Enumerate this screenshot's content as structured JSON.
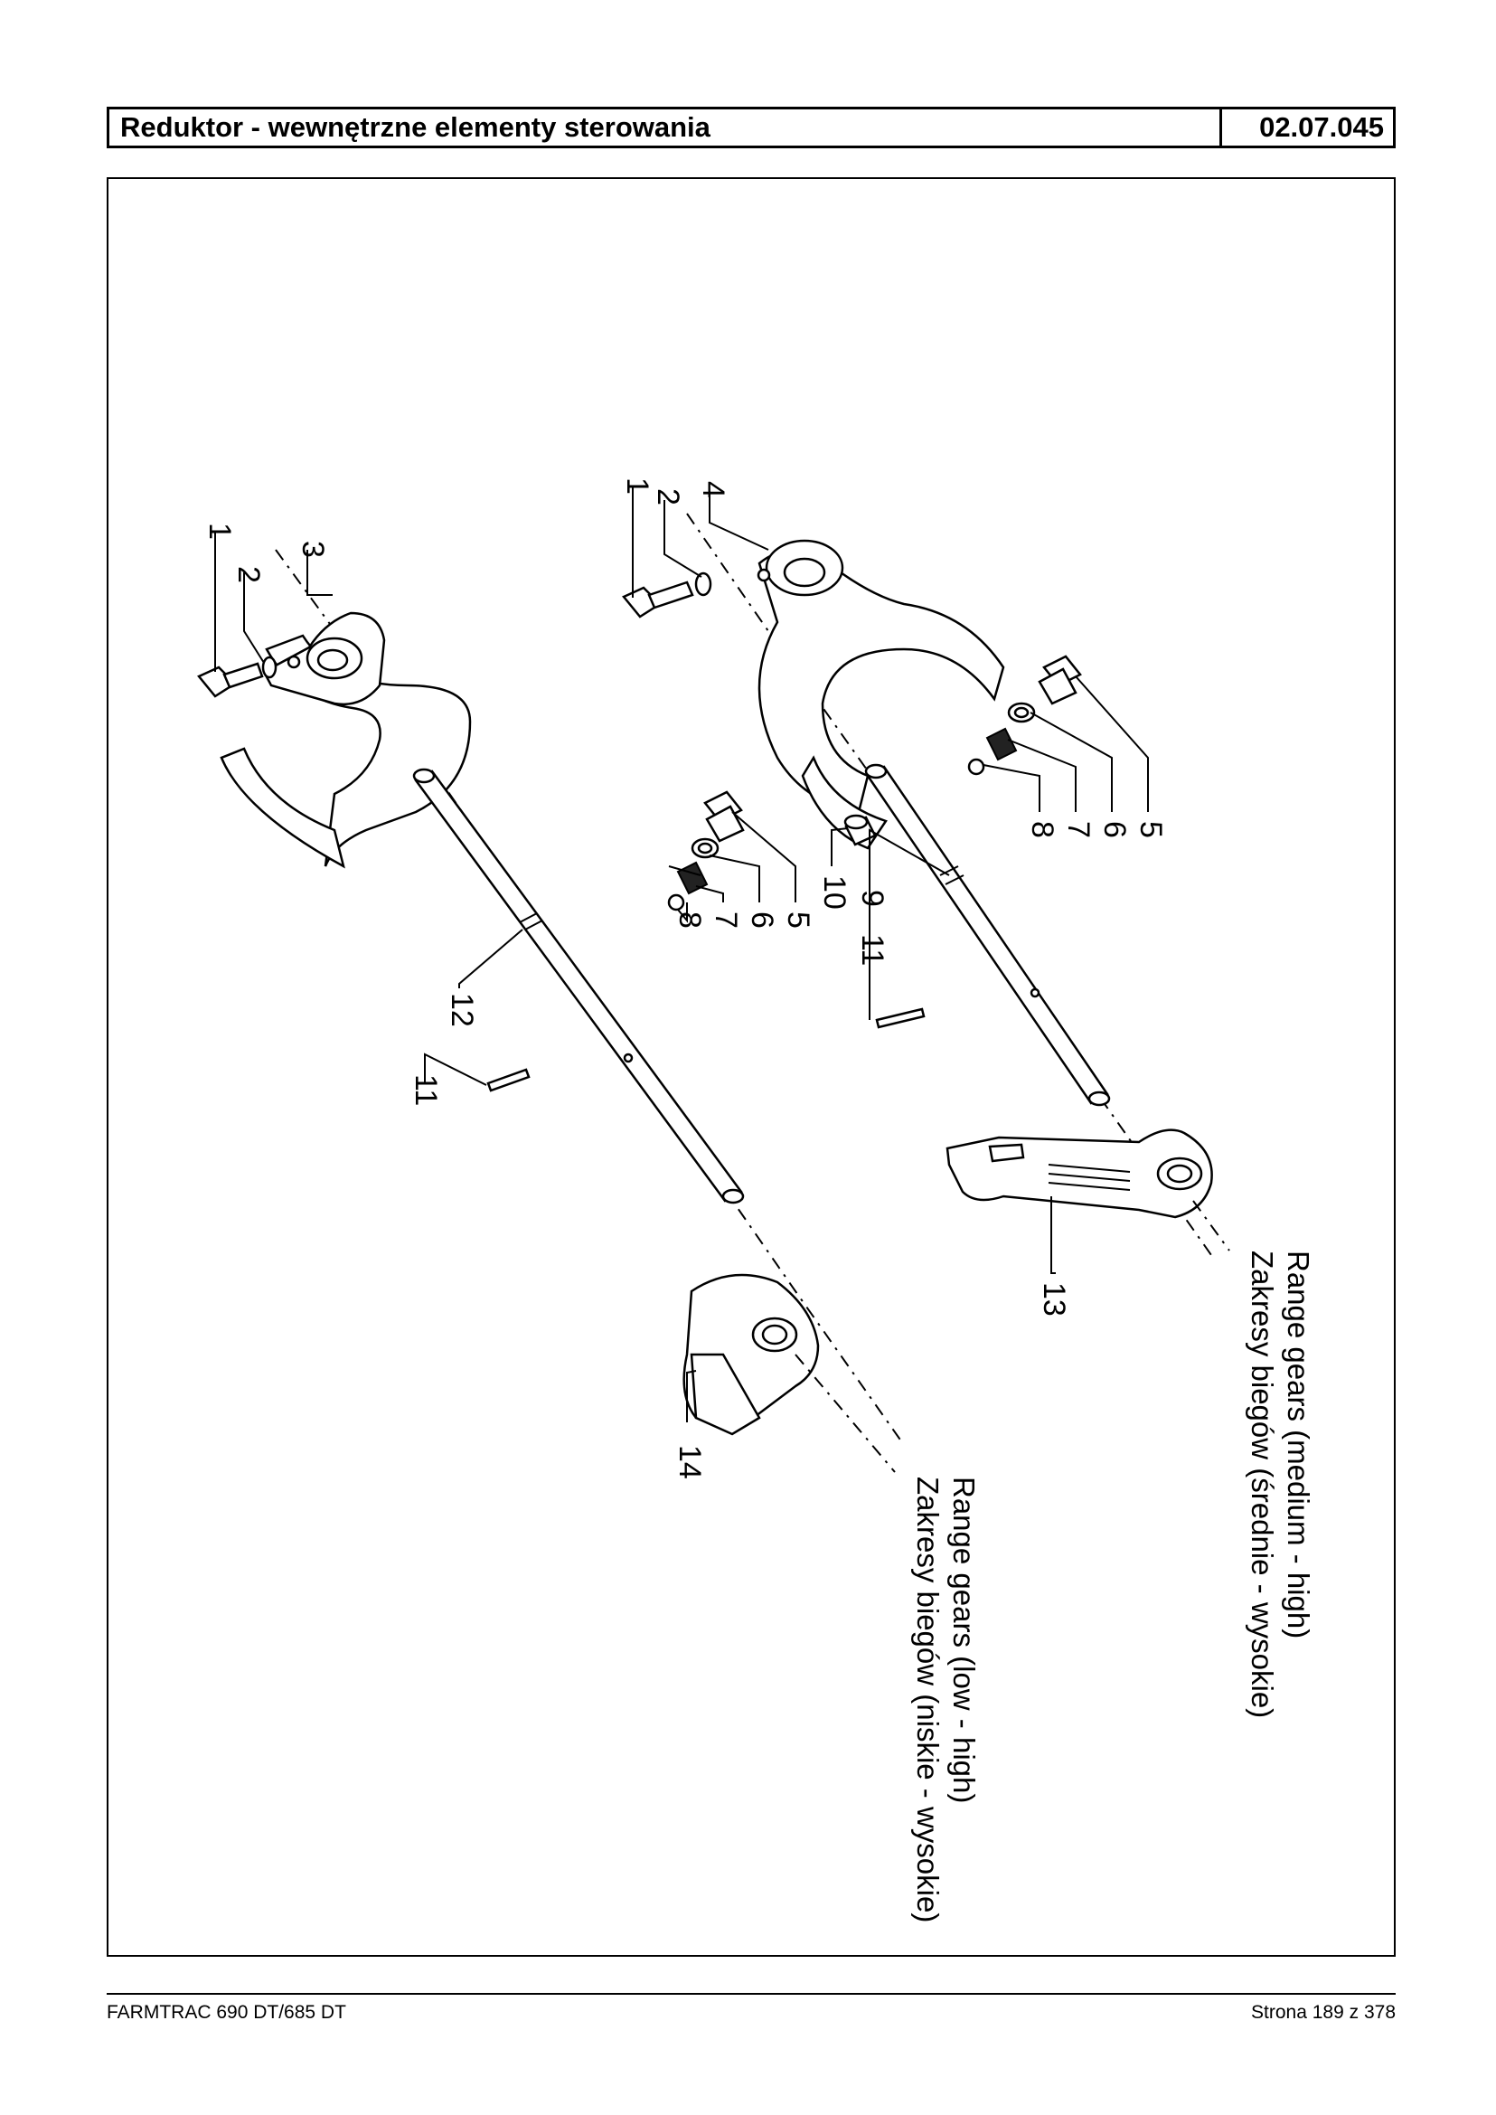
{
  "header": {
    "title": "Reduktor - wewnętrzne elementy sterowania",
    "code": "02.07.045"
  },
  "diagram": {
    "callouts_left": [
      "1",
      "2",
      "3",
      "11",
      "12",
      "14"
    ],
    "callouts_right": [
      "1",
      "2",
      "4",
      "5",
      "6",
      "7",
      "8",
      "9",
      "10",
      "11",
      "13"
    ],
    "callouts_left_detent": [
      "8",
      "7",
      "6",
      "5"
    ],
    "callouts_right_detent": [
      "8",
      "7",
      "6",
      "5"
    ],
    "caption_low": {
      "pl": "Zakresy biegów (niskie - wysokie)",
      "en": "Range gears (low - high)"
    },
    "caption_medium": {
      "pl": "Zakresy biegów (średnie - wysokie)",
      "en": "Range gears (medium - high)"
    }
  },
  "footer": {
    "model": "FARMTRAC 690 DT/685 DT",
    "page": "Strona 189 z 378"
  }
}
